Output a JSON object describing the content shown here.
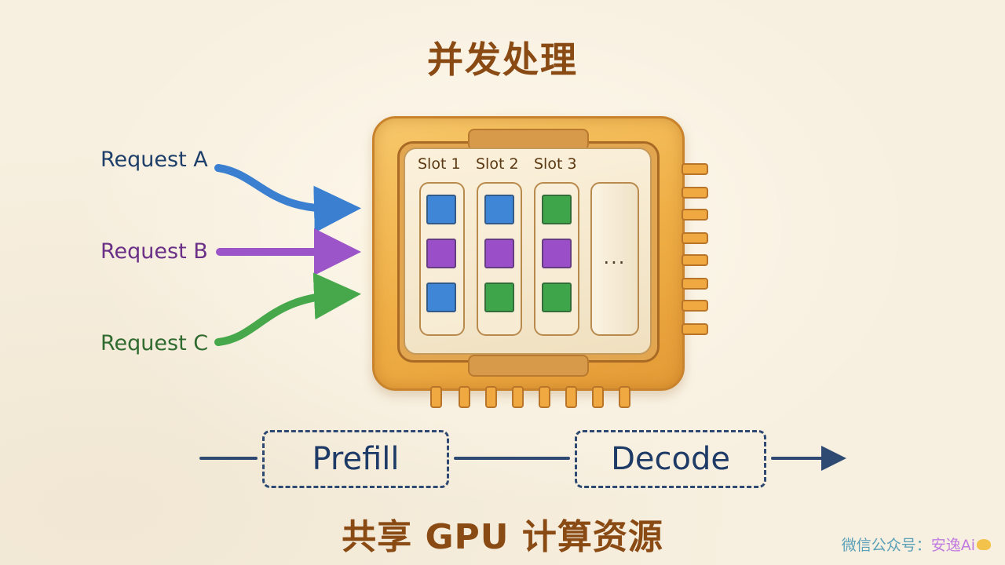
{
  "title": "并发处理",
  "requests": [
    {
      "label": "Request A",
      "color": "#3a7fd0"
    },
    {
      "label": "Request B",
      "color": "#9b55c9"
    },
    {
      "label": "Request C",
      "color": "#46a84a"
    }
  ],
  "chip": {
    "slots": [
      {
        "label": "Slot 1",
        "blocks": [
          "blue",
          "purple",
          "blue"
        ]
      },
      {
        "label": "Slot 2",
        "blocks": [
          "blue",
          "purple",
          "green"
        ]
      },
      {
        "label": "Slot 3",
        "blocks": [
          "green",
          "purple",
          "green"
        ]
      }
    ],
    "more_label": "..."
  },
  "pipeline": {
    "stages": [
      "Prefill",
      "Decode"
    ],
    "line_color": "#2e4a72"
  },
  "footer": "共享 GPU 计算资源",
  "watermark": {
    "prefix": "微信公众号：",
    "brand": "安逸Ai"
  },
  "colors": {
    "title": "#8a4a14",
    "chip": "#efae45",
    "background": "#f7efdf"
  }
}
